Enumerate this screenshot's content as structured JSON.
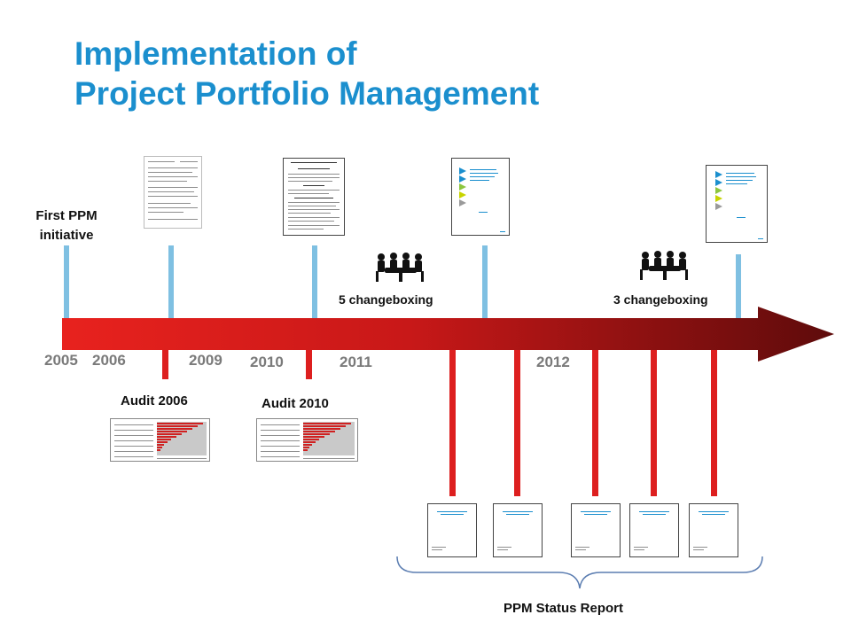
{
  "title": {
    "line1": "Implementation of",
    "line2": "Project Portfolio Management"
  },
  "labels": {
    "first_ppm": "First PPM\ninitiative",
    "audit_2006": "Audit 2006",
    "audit_2010": "Audit 2010",
    "changeboxing_5": "5 changeboxing",
    "changeboxing_3": "3 changeboxing",
    "status_report": "PPM Status Report"
  },
  "years": [
    "2005",
    "2006",
    "2009",
    "2010",
    "2011",
    "2012"
  ],
  "colors": {
    "title": "#1b8fce",
    "arrow_start": "#e8221e",
    "arrow_end": "#5e0b0b",
    "blue_tick": "#7fc0e2",
    "red_tick": "#dd1f1f",
    "year_text": "#7a7a7a",
    "brace": "#5b7db1"
  },
  "icons": {
    "meeting": "meeting-people-icon",
    "document": "document-thumbnail-icon"
  }
}
